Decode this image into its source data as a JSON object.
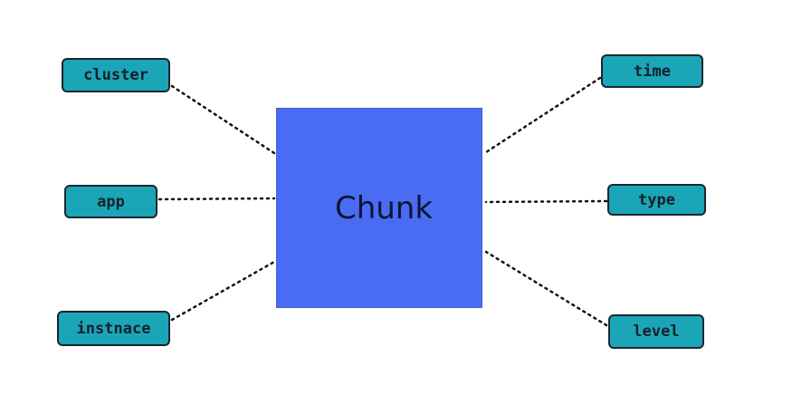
{
  "diagram": {
    "center": {
      "label": "Chunk",
      "color": "#4a6cf2"
    },
    "tag_color": "#1aa6b7",
    "left_tags": [
      {
        "id": "cluster",
        "label": "cluster"
      },
      {
        "id": "app",
        "label": "app"
      },
      {
        "id": "instnace",
        "label": "instnace"
      }
    ],
    "right_tags": [
      {
        "id": "time",
        "label": "time"
      },
      {
        "id": "type",
        "label": "type"
      },
      {
        "id": "level",
        "label": "level"
      }
    ]
  }
}
